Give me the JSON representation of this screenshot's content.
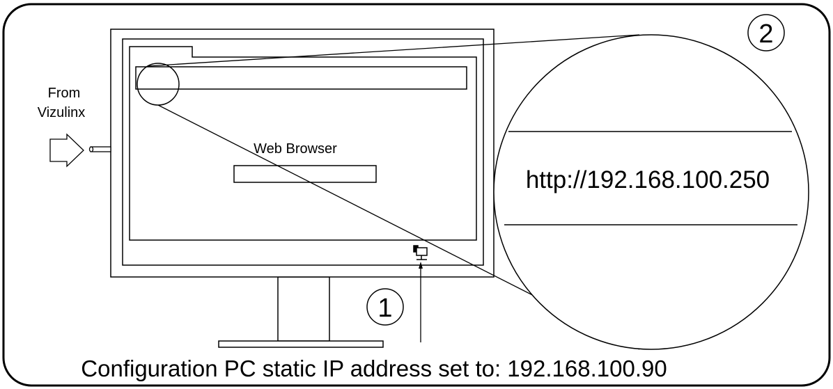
{
  "source": {
    "line1": "From",
    "line2": "Vizulinx"
  },
  "browser": {
    "label": "Web Browser"
  },
  "zoom": {
    "url": "http://192.168.100.250"
  },
  "callouts": {
    "one": "1",
    "two": "2"
  },
  "caption": "Configuration PC static IP address set to: 192.168.100.90",
  "icons": [
    "arrow-right-icon",
    "network-cable-icon",
    "network-computer-icon",
    "magnifier-lens-icon"
  ]
}
